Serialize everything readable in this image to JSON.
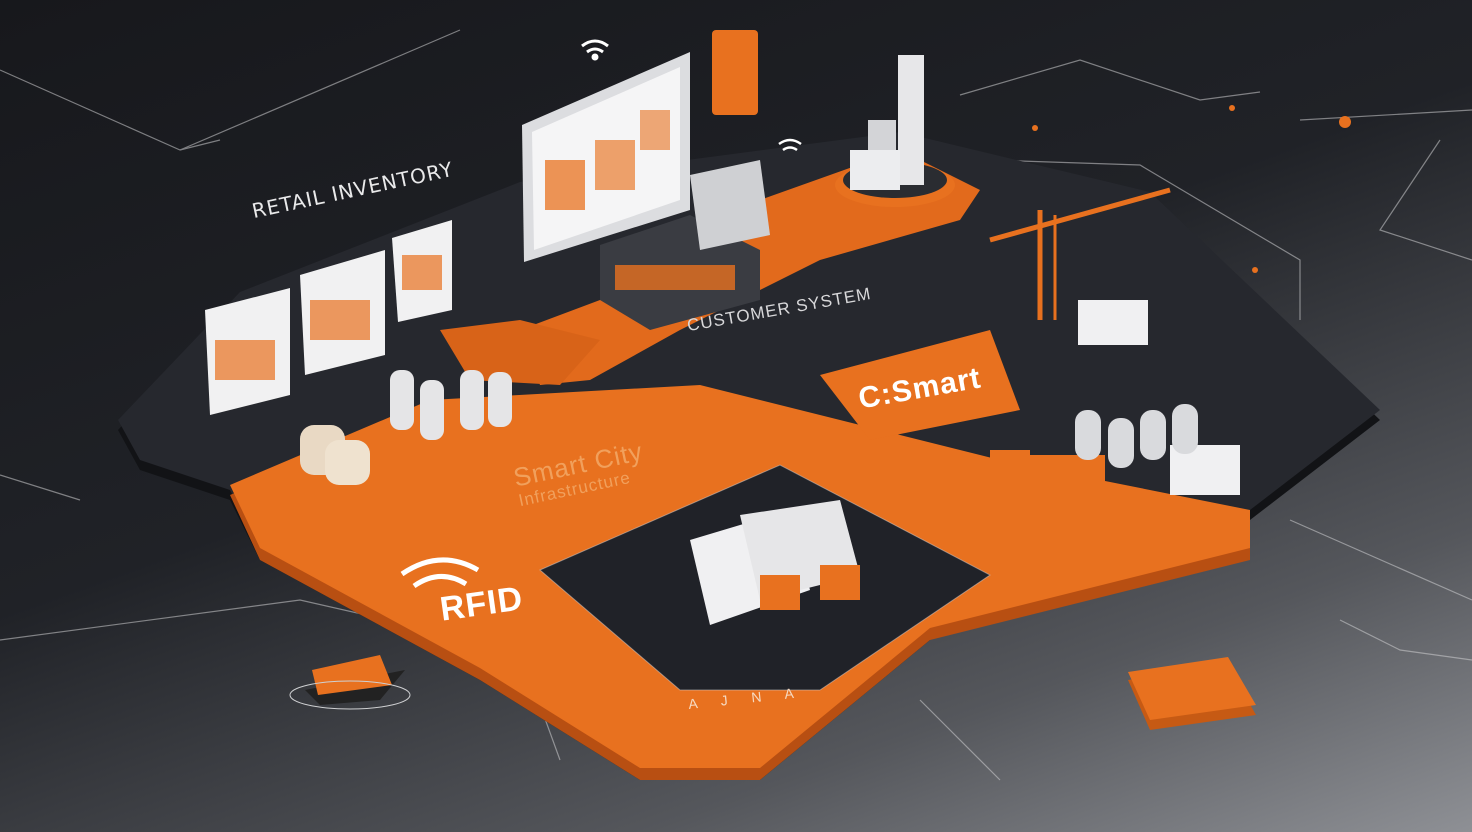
{
  "labels": {
    "retail_inventory": "RETAIL INVENTORY",
    "customer_system": "CUSTOMER SYSTEM",
    "smart_city": "Smart City",
    "smart_city_sub": "Infrastructure",
    "c_smart": "C:Smart",
    "rfid": "RFID",
    "bottom_strip": "A J N A"
  },
  "colors": {
    "accent": "#e8711f",
    "platform_dark": "#23252b",
    "platform_edge": "#121316"
  }
}
